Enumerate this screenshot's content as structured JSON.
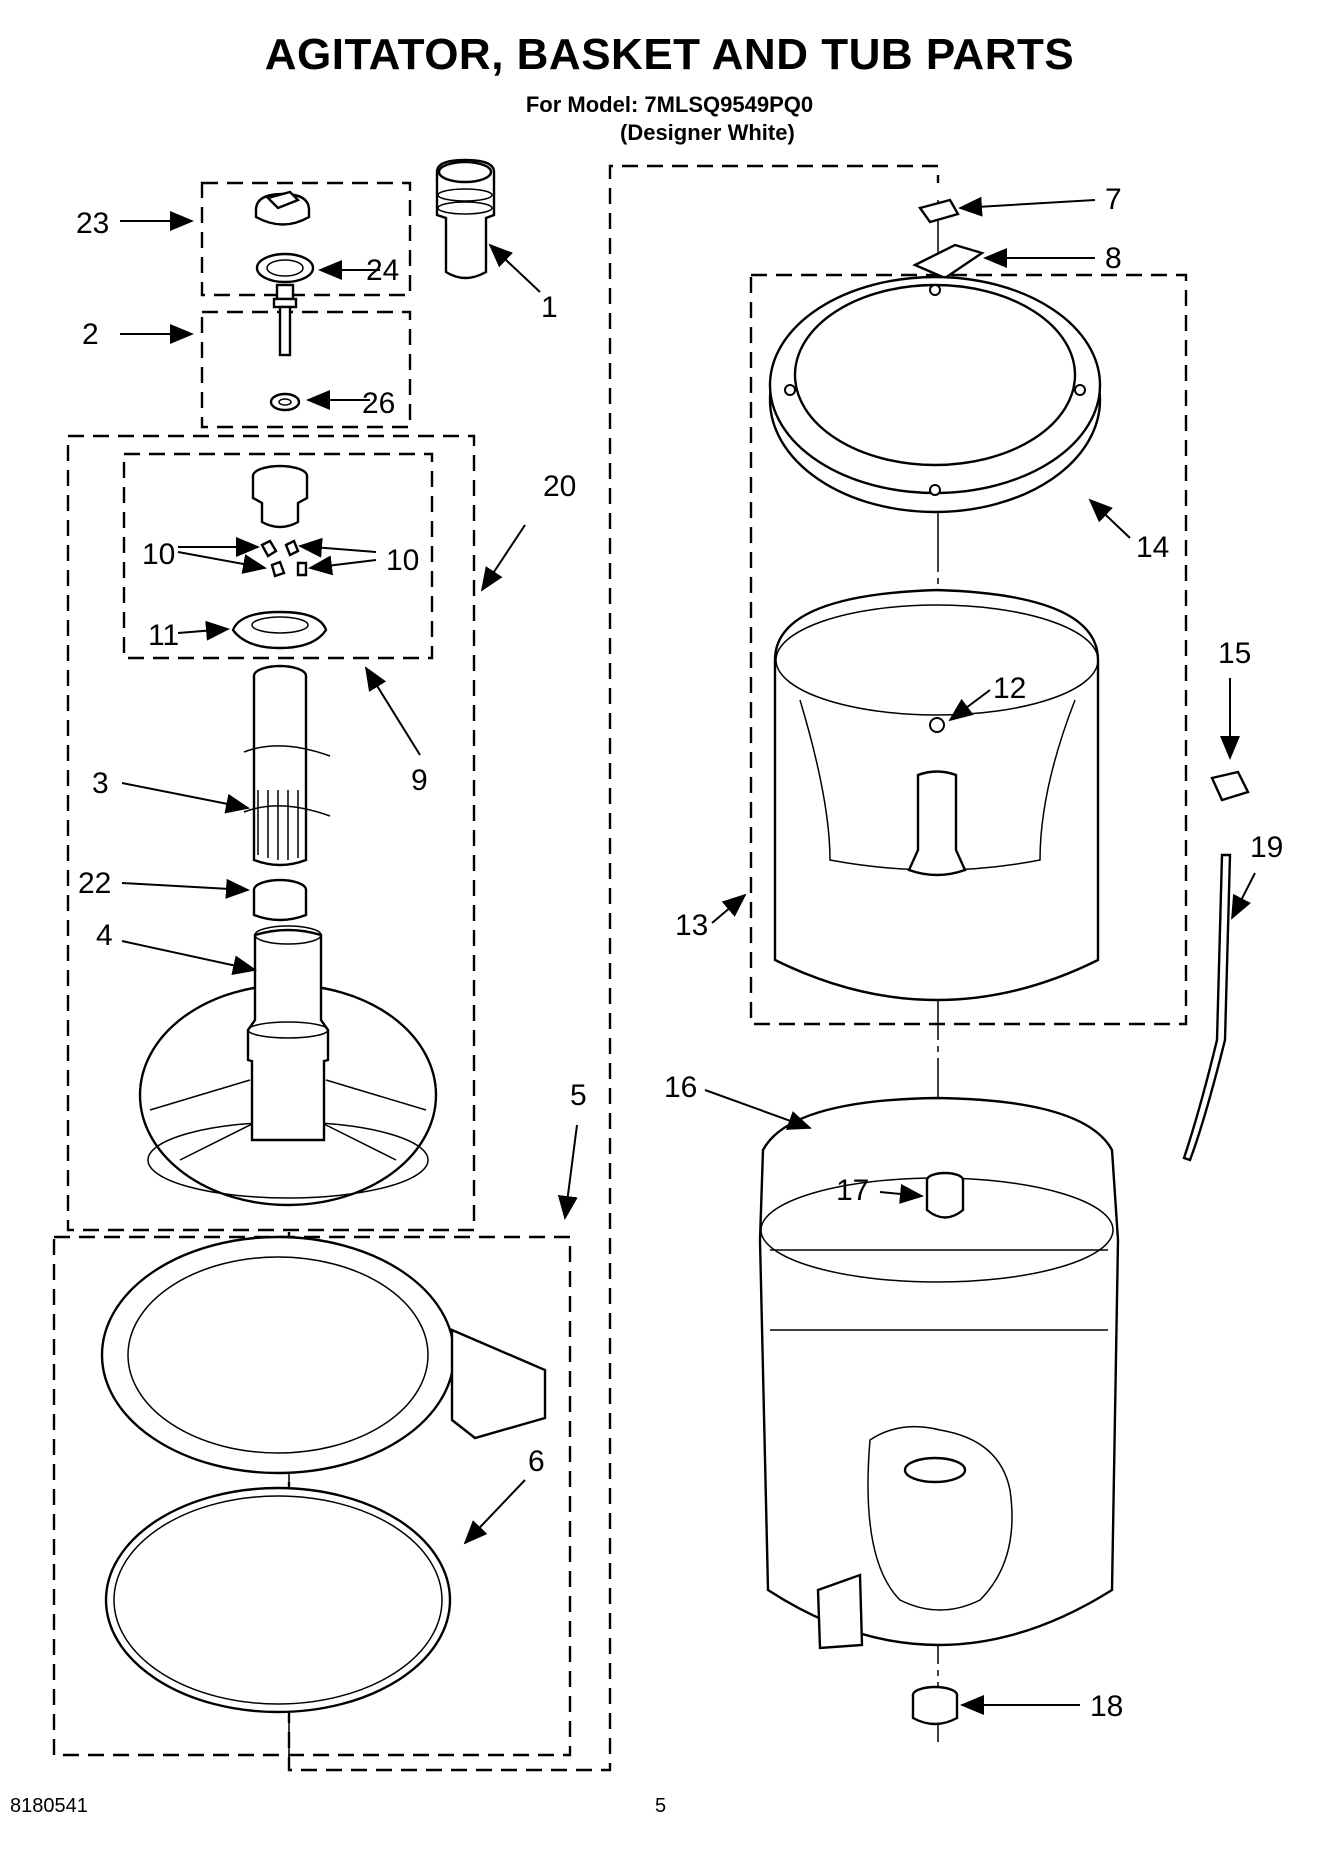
{
  "header": {
    "title": "AGITATOR, BASKET AND TUB PARTS",
    "model_line": "For Model: 7MLSQ9549PQ0",
    "variant_line": "(Designer White)"
  },
  "footer": {
    "document_number": "8180541",
    "page_number": "5"
  },
  "callouts": {
    "c1": "1",
    "c2": "2",
    "c3": "3",
    "c4": "4",
    "c5": "5",
    "c6": "6",
    "c7": "7",
    "c8": "8",
    "c9": "9",
    "c10a": "10",
    "c10b": "10",
    "c11": "11",
    "c12": "12",
    "c13": "13",
    "c14": "14",
    "c15": "15",
    "c16": "16",
    "c17": "17",
    "c18": "18",
    "c19": "19",
    "c20": "20",
    "c22": "22",
    "c23": "23",
    "c24": "24",
    "c26": "26"
  }
}
